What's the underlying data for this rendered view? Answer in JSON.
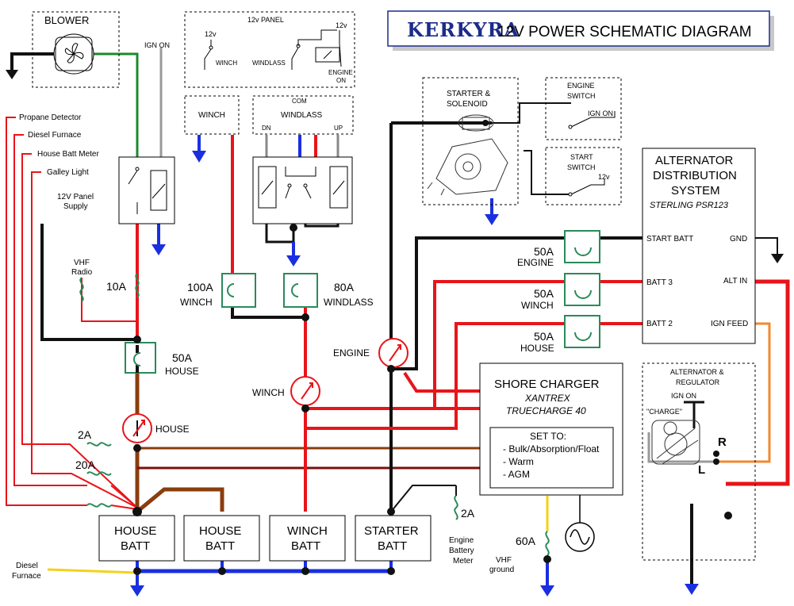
{
  "title": {
    "brand": "KERKYRA",
    "text": "12V POWER SCHEMATIC DIAGRAM"
  },
  "colors": {
    "red": "#e8141a",
    "black": "#111111",
    "blue": "#1a2fe0",
    "green": "#1b8a2a",
    "brown": "#8a3d0d",
    "dark_red": "#7a1010",
    "gray": "#9a9a9a",
    "orange": "#f08a30",
    "yellow": "#f2d21a",
    "fuse_green": "#2a8a5a",
    "title_blue": "#1c2c8c"
  },
  "top": {
    "blower": "BLOWER",
    "ign_on": "IGN ON",
    "panel_title": "12v PANEL",
    "panel_12v_a": "12v",
    "panel_12v_b": "12v",
    "panel_winch": "WINCH",
    "panel_windlass": "WINDLASS",
    "panel_engine": "ENGINE",
    "panel_on": "ON",
    "winch_box": "WINCH",
    "windlass_box": "WINDLASS",
    "com": "COM",
    "dn": "DN",
    "up": "UP"
  },
  "left_labels": {
    "propane": "Propane Detector",
    "diesel_furnace": "Diesel Furnace",
    "house_batt_meter": "House Batt Meter",
    "galley_light": "Galley Light",
    "panel_supply_1": "12V Panel",
    "panel_supply_2": "Supply",
    "vhf_radio_1": "VHF",
    "vhf_radio_2": "Radio",
    "diesel_furnace_bottom_1": "Diesel",
    "diesel_furnace_bottom_2": "Furnace"
  },
  "fuses": {
    "f10a": "10A",
    "f50a_house_val": "50A",
    "f50a_house_name": "HOUSE",
    "f100a_val": "100A",
    "f100a_name": "WINCH",
    "f80a_val": "80A",
    "f80a_name": "WINDLASS",
    "f2a": "2A",
    "f20a": "20A",
    "f2a_engine": "2A",
    "f60a": "60A",
    "alt_engine_val": "50A",
    "alt_engine_name": "ENGINE",
    "alt_winch_val": "50A",
    "alt_winch_name": "WINCH",
    "alt_house_val": "50A",
    "alt_house_name": "HOUSE"
  },
  "breakers": {
    "house": "HOUSE",
    "winch": "WINCH",
    "engine": "ENGINE"
  },
  "batteries": {
    "house1_a": "HOUSE",
    "house1_b": "BATT",
    "house2_a": "HOUSE",
    "house2_b": "BATT",
    "winch_a": "WINCH",
    "winch_b": "BATT",
    "starter_a": "STARTER",
    "starter_b": "BATT"
  },
  "engine_meter": [
    "Engine",
    "Battery",
    "Meter"
  ],
  "vhf_ground": [
    "VHF",
    "ground"
  ],
  "starter": [
    "STARTER &",
    "SOLENOID"
  ],
  "engine_switch": {
    "title_1": "ENGINE",
    "title_2": "SWITCH",
    "ign_on": "IGN ON"
  },
  "start_switch": {
    "title_1": "START",
    "title_2": "SWITCH",
    "v": "12v"
  },
  "alternator_dist": {
    "title_1": "ALTERNATOR",
    "title_2": "DISTRIBUTION",
    "title_3": "SYSTEM",
    "model": "STERLING PSR123",
    "start_batt": "START BATT",
    "gnd": "GND",
    "batt3": "BATT 3",
    "alt_in": "ALT IN",
    "batt2": "BATT 2",
    "ign_feed": "IGN FEED"
  },
  "shore_charger": {
    "title": "SHORE CHARGER",
    "brand": "XANTREX",
    "model": "TRUECHARGE 40",
    "set_to": "SET TO:",
    "opt1": "- Bulk/Absorption/Float",
    "opt2": "- Warm",
    "opt3": "- AGM"
  },
  "alt_regulator": {
    "title_1": "ALTERNATOR &",
    "title_2": "REGULATOR",
    "ign_on": "IGN ON",
    "charge": "\"CHARGE\"",
    "r": "R",
    "l": "L"
  }
}
